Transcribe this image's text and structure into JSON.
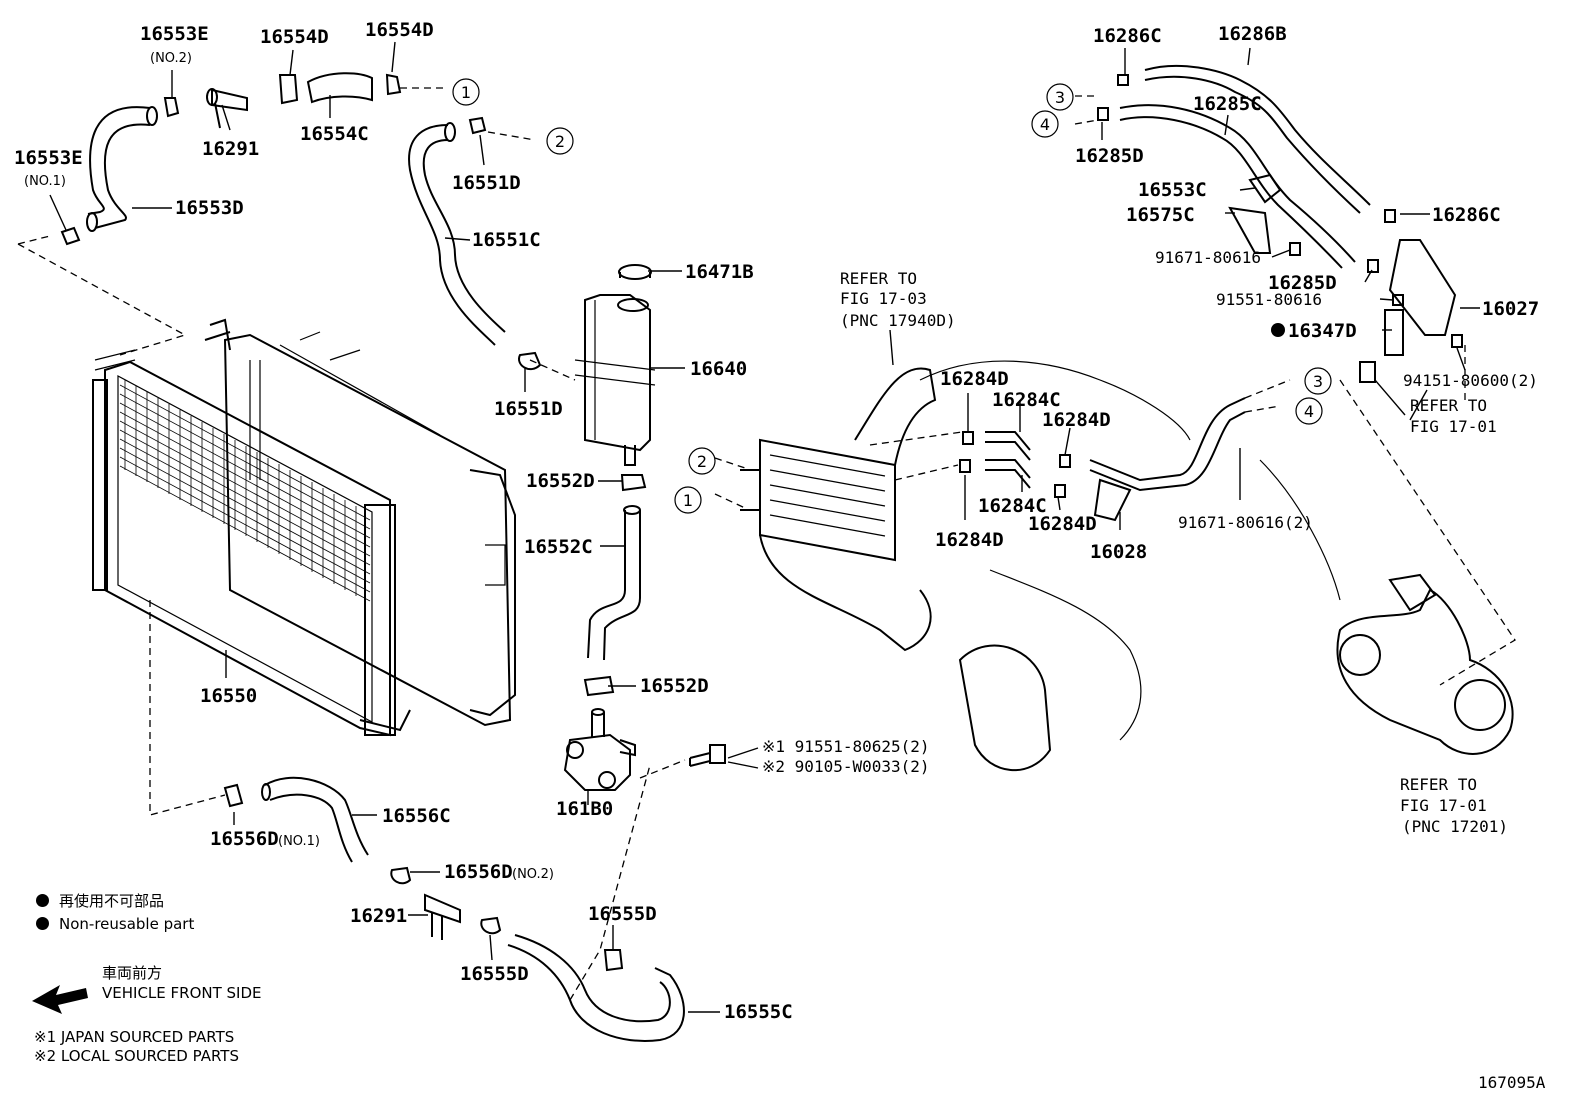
{
  "callouts": [
    {
      "id": "16553E_1",
      "label": "16553E",
      "sub": "(NO.2)"
    },
    {
      "id": "16554D_1",
      "label": "16554D"
    },
    {
      "id": "16554D_2",
      "label": "16554D"
    },
    {
      "id": "16291_1",
      "label": "16291"
    },
    {
      "id": "16554C",
      "label": "16554C"
    },
    {
      "id": "16553E_2",
      "label": "16553E",
      "sub": "(NO.1)"
    },
    {
      "id": "16553D",
      "label": "16553D"
    },
    {
      "id": "16551D_1",
      "label": "16551D"
    },
    {
      "id": "16551C",
      "label": "16551C"
    },
    {
      "id": "16471B",
      "label": "16471B"
    },
    {
      "id": "16640",
      "label": "16640"
    },
    {
      "id": "16551D_2",
      "label": "16551D"
    },
    {
      "id": "16552D_1",
      "label": "16552D"
    },
    {
      "id": "16552C",
      "label": "16552C"
    },
    {
      "id": "16552D_2",
      "label": "16552D"
    },
    {
      "id": "16550",
      "label": "16550"
    },
    {
      "id": "161B0",
      "label": "161B0"
    },
    {
      "id": "16556C",
      "label": "16556C"
    },
    {
      "id": "16556D_1",
      "label": "16556D",
      "sub": "(NO.1)"
    },
    {
      "id": "16556D_2",
      "label": "16556D",
      "sub": "(NO.2)"
    },
    {
      "id": "16291_2",
      "label": "16291"
    },
    {
      "id": "16555D_1",
      "label": "16555D"
    },
    {
      "id": "16555D_2",
      "label": "16555D"
    },
    {
      "id": "16555C",
      "label": "16555C"
    },
    {
      "id": "16286C_1",
      "label": "16286C"
    },
    {
      "id": "16286B",
      "label": "16286B"
    },
    {
      "id": "16285C",
      "label": "16285C"
    },
    {
      "id": "16285D_1",
      "label": "16285D"
    },
    {
      "id": "16553C",
      "label": "16553C"
    },
    {
      "id": "16575C",
      "label": "16575C"
    },
    {
      "id": "16286C_2",
      "label": "16286C"
    },
    {
      "id": "91671-80616",
      "label": "91671-80616"
    },
    {
      "id": "16285D_2",
      "label": "16285D"
    },
    {
      "id": "91551-80616",
      "label": "91551-80616"
    },
    {
      "id": "16027",
      "label": "16027"
    },
    {
      "id": "16347D",
      "label": "16347D"
    },
    {
      "id": "94151-80600",
      "label": "94151-80600(2)"
    },
    {
      "id": "16284D_1",
      "label": "16284D"
    },
    {
      "id": "16284C_1",
      "label": "16284C"
    },
    {
      "id": "16284D_2",
      "label": "16284D"
    },
    {
      "id": "16284C_2",
      "label": "16284C"
    },
    {
      "id": "16284D_3",
      "label": "16284D"
    },
    {
      "id": "16284D_4",
      "label": "16284D"
    },
    {
      "id": "16028",
      "label": "16028"
    },
    {
      "id": "91671-80616-2",
      "label": "91671-80616(2)"
    },
    {
      "id": "bolt1",
      "label": "※1 91551-80625(2)"
    },
    {
      "id": "bolt2",
      "label": "※2 90105-W0033(2)"
    }
  ],
  "references": [
    {
      "id": "ref_1703",
      "lines": [
        "REFER TO",
        "FIG 17-03",
        "(PNC 17940D)"
      ]
    },
    {
      "id": "ref_1701a",
      "lines": [
        "REFER TO",
        "FIG 17-01"
      ]
    },
    {
      "id": "ref_1701b",
      "lines": [
        "REFER TO",
        "FIG 17-01",
        "(PNC 17201)"
      ]
    }
  ],
  "circle_markers": [
    "1",
    "2",
    "3",
    "4"
  ],
  "legend": {
    "non_reusable_jp": "再使用不可部品",
    "non_reusable_en": "Non-reusable part",
    "front_jp": "車両前方",
    "front_en": "VEHICLE FRONT SIDE",
    "note1": "※1 JAPAN SOURCED PARTS",
    "note2": "※2 LOCAL SOURCED PARTS"
  },
  "figure_id": "167095A"
}
